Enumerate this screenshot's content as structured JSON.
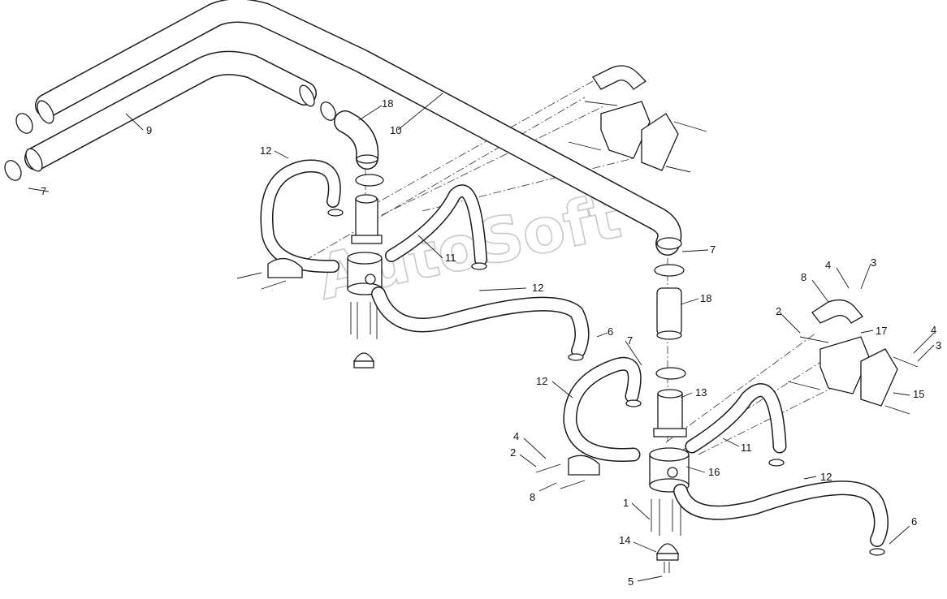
{
  "watermark": "AutoSoft",
  "labels": {
    "n1": "1",
    "n2a": "2",
    "n2b": "2",
    "n3a": "3",
    "n3b": "3",
    "n4a": "4",
    "n4b": "4",
    "n4c": "4",
    "n5": "5",
    "n6a": "6",
    "n6b": "6",
    "n7a": "7",
    "n7b": "7",
    "n7c": "7",
    "n8a": "8",
    "n8b": "8",
    "n9": "9",
    "n10": "10",
    "n11a": "11",
    "n11b": "11",
    "n12a": "12",
    "n12b": "12",
    "n12c": "12",
    "n12d": "12",
    "n13": "13",
    "n14": "14",
    "n15": "15",
    "n16": "16",
    "n17": "17",
    "n18a": "18",
    "n18b": "18"
  }
}
